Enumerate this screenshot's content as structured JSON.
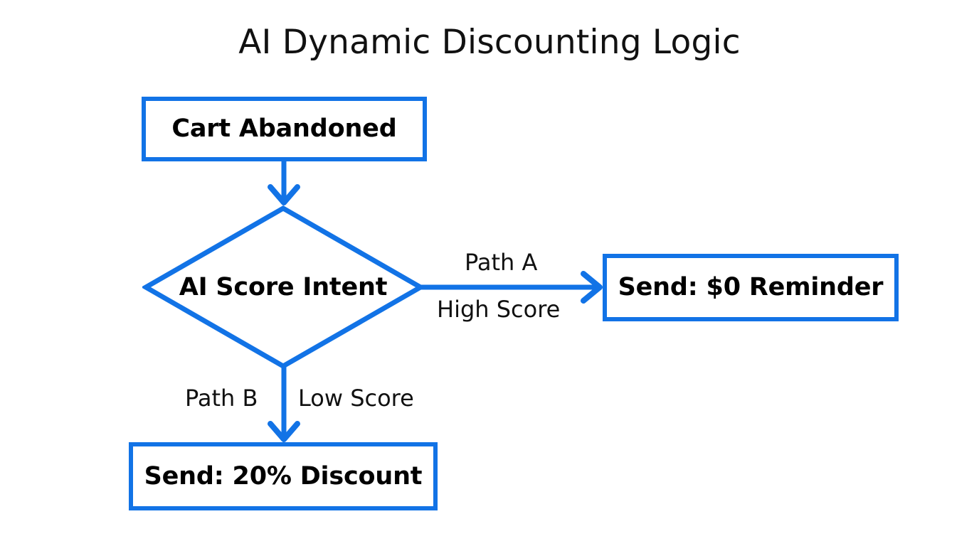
{
  "diagram": {
    "title": "AI Dynamic Discounting Logic",
    "type": "flowchart",
    "background_color": "#ffffff",
    "accent_color": "#1273e6",
    "text_color": "#000000",
    "nodes": [
      {
        "id": "cart",
        "label": "Cart Abandoned",
        "shape": "rectangle"
      },
      {
        "id": "decision",
        "label": "AI Score Intent",
        "shape": "diamond"
      },
      {
        "id": "reminder",
        "label": "Send: $0 Reminder",
        "shape": "rectangle"
      },
      {
        "id": "discount",
        "label": "Send: 20% Discount",
        "shape": "rectangle"
      }
    ],
    "edges": [
      {
        "from": "cart",
        "to": "decision",
        "labels": []
      },
      {
        "from": "decision",
        "to": "reminder",
        "labels": [
          "Path A",
          "High Score"
        ]
      },
      {
        "from": "decision",
        "to": "discount",
        "labels": [
          "Path B",
          "Low Score"
        ]
      }
    ],
    "edge_labels": {
      "path_a": "Path A",
      "high_score": "High Score",
      "path_b": "Path B",
      "low_score": "Low Score"
    }
  }
}
